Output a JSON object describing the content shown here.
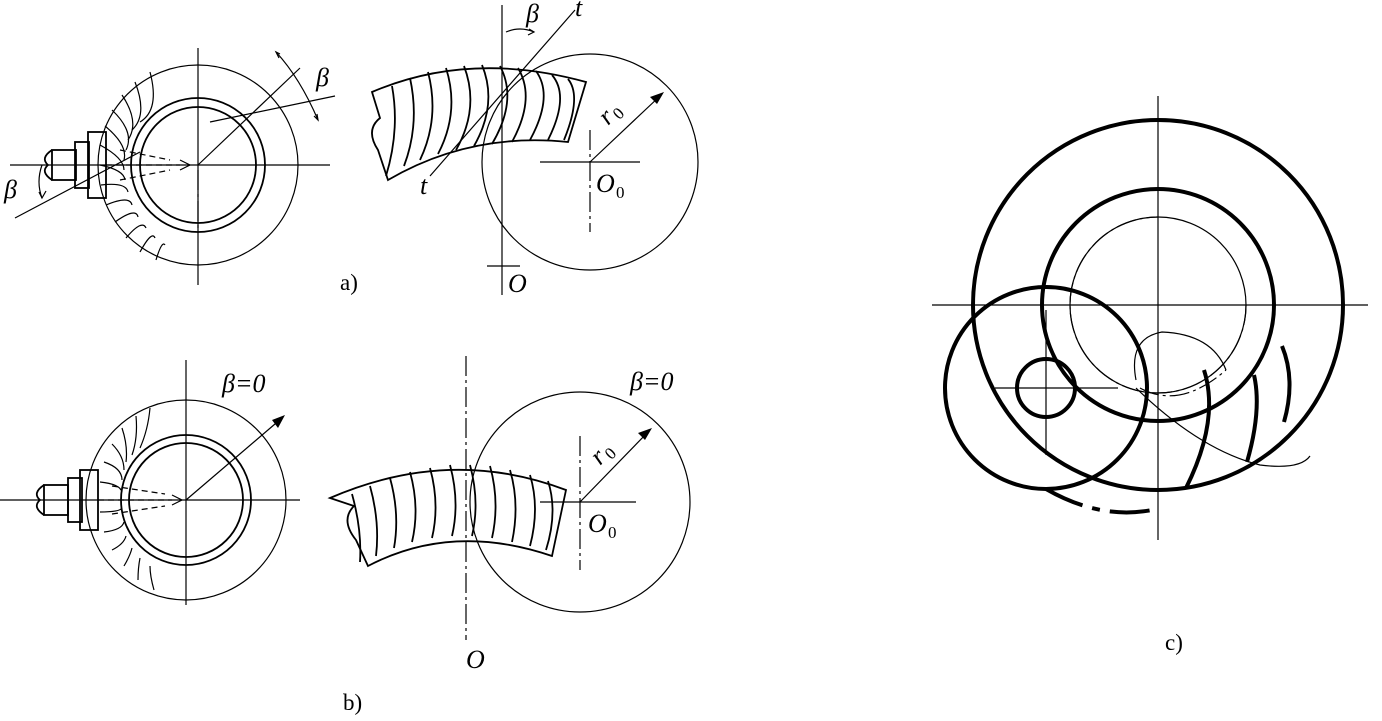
{
  "panels": {
    "a": {
      "caption": "a)",
      "beta": "β",
      "tangent_mark": "t",
      "radius_r": "r",
      "radius_sub": "0",
      "center_O": "O",
      "center_O0": "O",
      "center_O0_sub": "0"
    },
    "b": {
      "caption": "b)",
      "beta_left": "β=0",
      "beta_right": "β=0",
      "radius_r": "r",
      "radius_sub": "0",
      "center_O": "O",
      "center_O0": "O",
      "center_O0_sub": "0"
    },
    "c": {
      "caption": "c)"
    }
  }
}
